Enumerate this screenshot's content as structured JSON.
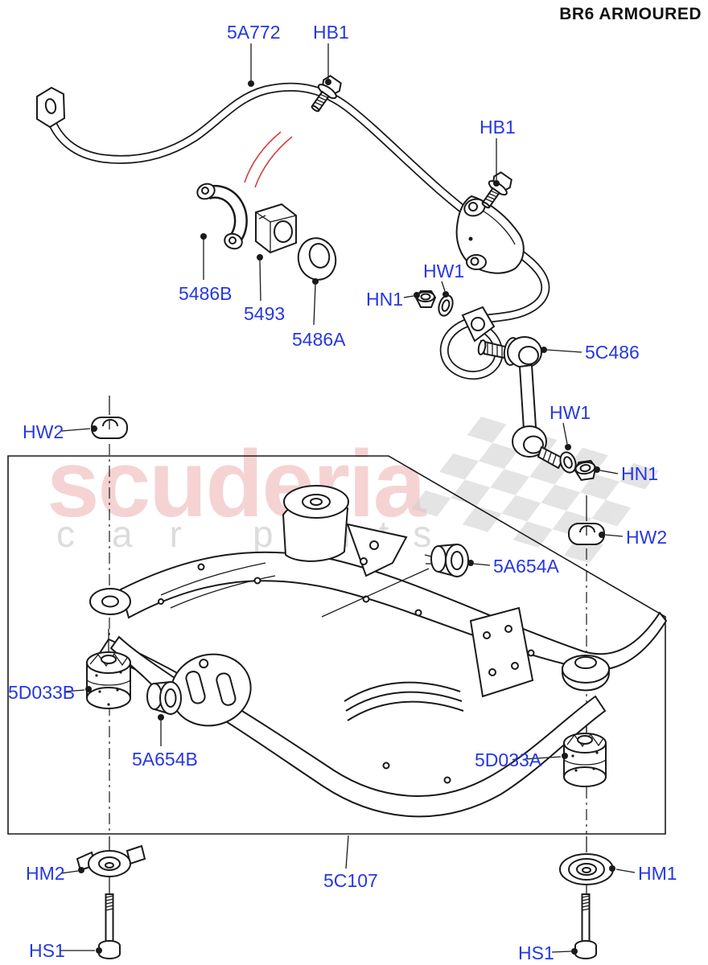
{
  "title": "BR6 ARMOURED",
  "watermark": {
    "brand": "scuderia",
    "caption_word1": "car",
    "caption_word2": "parts"
  },
  "colors": {
    "label_blue": "#2637e4",
    "line_black": "#1a1a1a",
    "watermark_pink": "#eda9a9",
    "flag_gray": "#d2d2d2",
    "accent_red": "#d04040"
  },
  "labels": {
    "p5a772": "5A772",
    "hb1_top": "HB1",
    "hb1_right": "HB1",
    "p5486b": "5486B",
    "p5493": "5493",
    "p5486a": "5486A",
    "hn1_top": "HN1",
    "hw1_top": "HW1",
    "p5c486": "5C486",
    "hw1_mid": "HW1",
    "hn1_mid": "HN1",
    "hw2_left": "HW2",
    "hw2_right": "HW2",
    "p5a654a": "5A654A",
    "p5d033b": "5D033B",
    "p5a654b": "5A654B",
    "p5d033a": "5D033A",
    "p5c107": "5C107",
    "hm2": "HM2",
    "hm1": "HM1",
    "hs1_left": "HS1",
    "hs1_right": "HS1"
  }
}
